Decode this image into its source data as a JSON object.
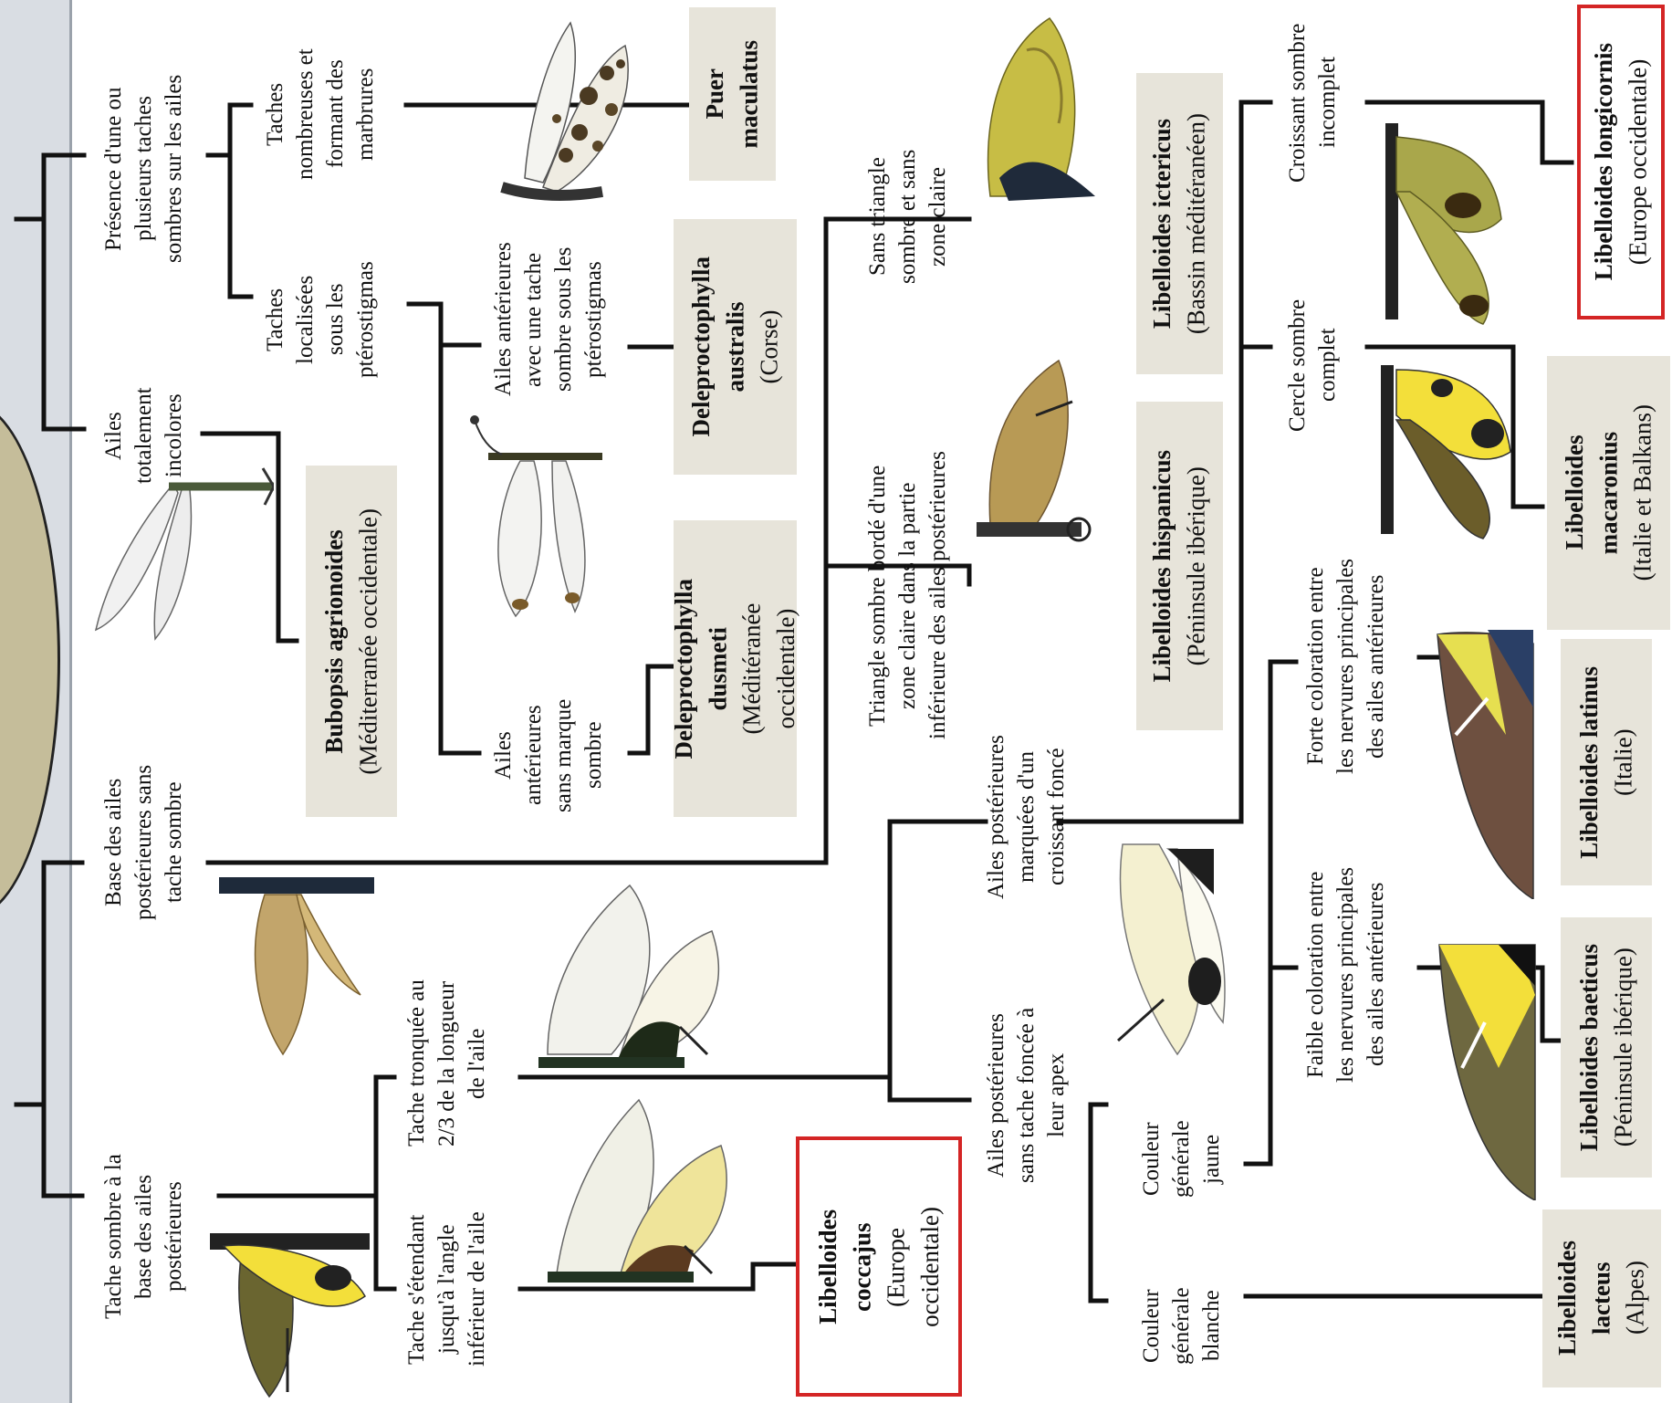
{
  "colors": {
    "sidebar_bg": "#d9dde3",
    "oval_fill": "#c5bd9a",
    "species_box_bg": "#e7e4da",
    "highlight_border": "#d42525",
    "wing_yellow": "#f3df3a",
    "wing_olive": "#9d9a45",
    "body_dark": "#222222",
    "wing_clear": "#f2f2f2"
  },
  "characters": {
    "c1": "Tache sombre à la\nbase des ailes\npostérieures",
    "c2": "Base des ailes\npostérieures sans\ntache sombre",
    "c3": "Ailes\ntotalement\nincolores",
    "c4": "Présence d'une ou\nplusieurs taches\nsombres sur les ailes",
    "c5": "Taches\nnombreuses et\nformant des\nmarbrures",
    "c6": "Taches\nlocalisées\nsous les\nptérostigmas",
    "c7": "Ailes antérieures\navec une tache\nsombre sous les\nptérostigmas",
    "c8": "Ailes\nantérieures\nsans marque\nsombre",
    "c9": "Tache s'étendant\njusqu'à l'angle\ninférieur de l'aile",
    "c10": "Tache tronquée au\n2/3 de la longueur\nde l'aile",
    "c11": "Ailes postérieures\nmarquées d'un\ncroissant foncé",
    "c12": "Ailes postérieures\nsans tache foncée à\nleur apex",
    "c13": "Sans triangle\nsombre et sans\nzone claire",
    "c14": "Triangle sombre bordé d'une\nzone claire dans la partie\ninférieure des ailes postérieures",
    "c15": "Couleur\ngénérale\njaune",
    "c16": "Couleur\ngénérale\nblanche",
    "c17": "Croissant sombre\nincomplet",
    "c18": "Cercle sombre\ncomplet",
    "c19": "Forte coloration entre\nles nervures principales\ndes ailes antérieures",
    "c20": "Faible coloration entre\nles nervures principales\ndes ailes antérieures"
  },
  "species": {
    "puer": {
      "name": "Puer\nmaculatus",
      "region": ""
    },
    "australis": {
      "name": "Deleproctophylla\naustralis",
      "region": "(Corse)"
    },
    "dusmeti": {
      "name": "Deleproctophylla\ndusmeti",
      "region": "(Méditéranée\noccidentale)"
    },
    "bubopsis": {
      "name": "Bubopsis agrionoides",
      "region": "(Méditerranée occidentale)"
    },
    "ictericus": {
      "name": "Libelloides ictericus",
      "region": "(Bassin méditéranéen)"
    },
    "hispanicus": {
      "name": "Libelloides hispanicus",
      "region": "(Péninsule ibérique)"
    },
    "longicornis": {
      "name": "Libelloides longicornis",
      "region": "(Europe occidentale)"
    },
    "macaronius": {
      "name": "Libelloides\nmacaronius",
      "region": "(Italie et Balkans)"
    },
    "latinus": {
      "name": "Libelloides latinus",
      "region": "(Italie)"
    },
    "baeticus": {
      "name": "Libelloides baeticus",
      "region": "(Péninsule ibérique)"
    },
    "coccajus": {
      "name": "Libelloides\ncoccajus",
      "region": "(Europe\noccidentale)"
    },
    "lacteus": {
      "name": "Libelloides\nlacteus",
      "region": "(Alpes)"
    }
  }
}
